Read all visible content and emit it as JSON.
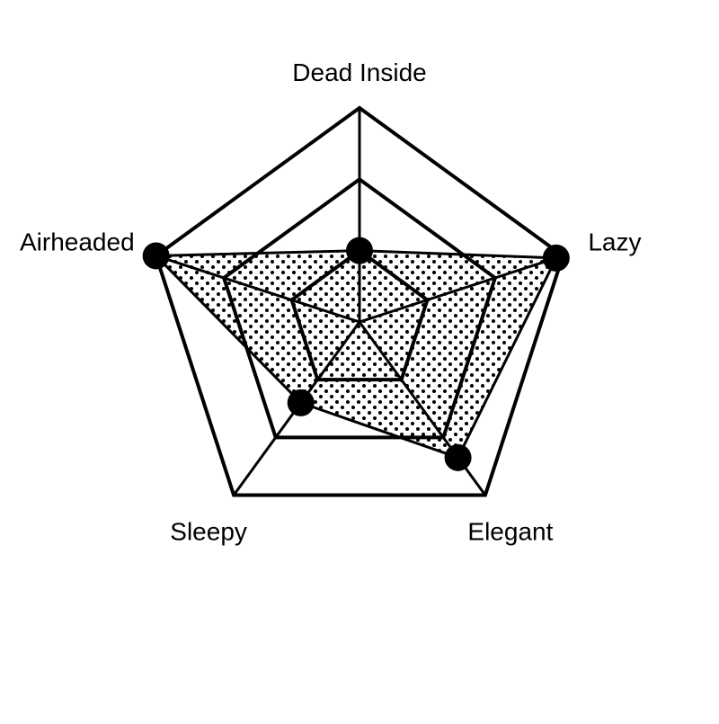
{
  "chart_data": {
    "type": "radar",
    "title": "",
    "axes": [
      "Dead Inside",
      "Lazy",
      "Elegant",
      "Sleepy",
      "Airheaded"
    ],
    "rlim": [
      0,
      3
    ],
    "rings": 3,
    "grid": true,
    "legend": "none",
    "series": [
      {
        "values": [
          1.0,
          2.9,
          2.35,
          1.4,
          3.0
        ],
        "fill_pattern": "dots",
        "marker": "filled-circle"
      }
    ],
    "colors": {
      "line": "#000000",
      "marker": "#000000",
      "background": "#ffffff"
    }
  }
}
